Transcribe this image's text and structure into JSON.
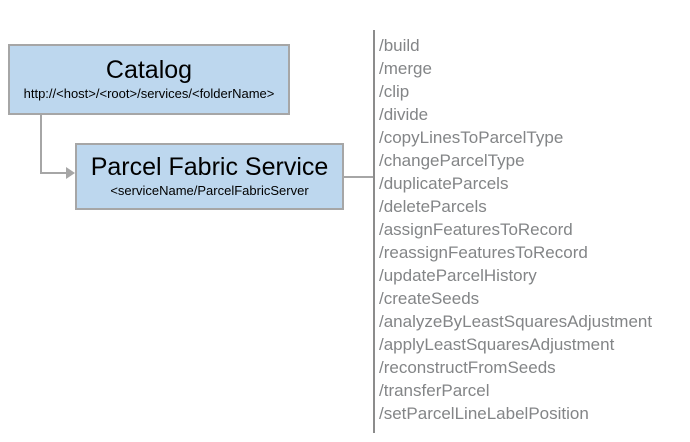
{
  "catalog_box": {
    "title": "Catalog",
    "subtitle": "http://<host>/<root>/services/<folderName>"
  },
  "service_box": {
    "title": "Parcel Fabric Service",
    "subtitle": "<serviceName/ParcelFabricServer"
  },
  "endpoints": [
    "/build",
    "/merge",
    "/clip",
    "/divide",
    "/copyLinesToParcelType",
    "/changeParcelType",
    "/duplicateParcels",
    "/deleteParcels",
    "/assignFeaturesToRecord",
    "/reassignFeaturesToRecord",
    "/updateParcelHistory",
    "/createSeeds",
    "/analyzeByLeastSquaresAdjustment",
    "/applyLeastSquaresAdjustment",
    "/reconstructFromSeeds",
    "/transferParcel",
    "/setParcelLineLabelPosition"
  ],
  "colors": {
    "box_fill": "#BDD7EE",
    "box_border": "#A6A6A6",
    "connector": "#A6A6A6",
    "divider": "#8C8C8C",
    "endpoint_text": "#838587",
    "title_text": "#000000"
  }
}
